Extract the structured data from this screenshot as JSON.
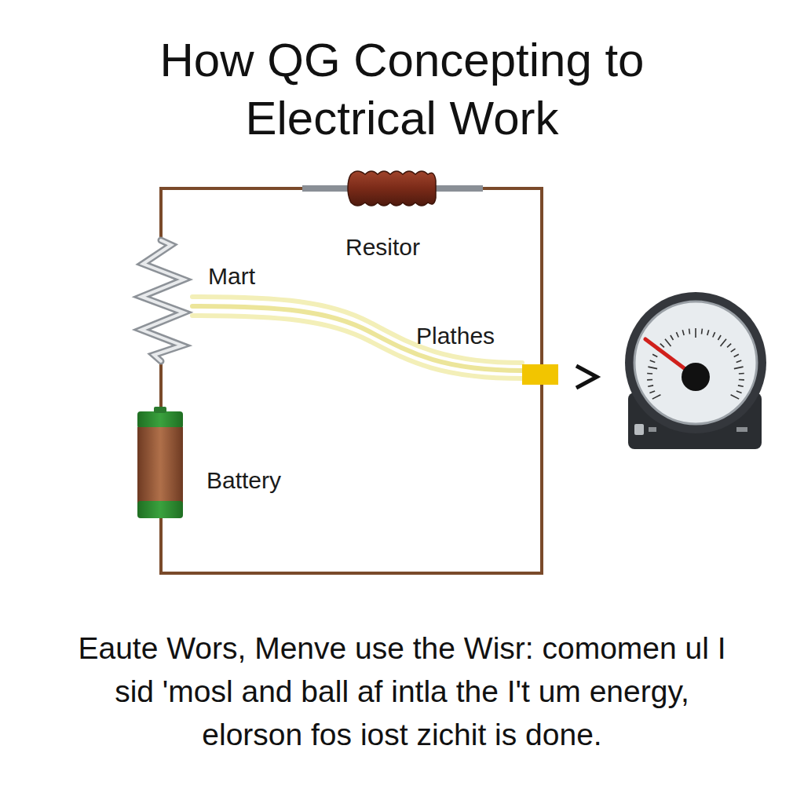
{
  "diagram": {
    "title": "How QG Concepting to Electrical Work",
    "caption": "Eaute Wors, Menve use the Wisr: comomen ul I sid 'mosl and ball af intla the I't um energy, elorson fos iost zichit is done.",
    "labels": [
      "Resitor",
      "Mart",
      "Plathes",
      "Battery"
    ]
  }
}
